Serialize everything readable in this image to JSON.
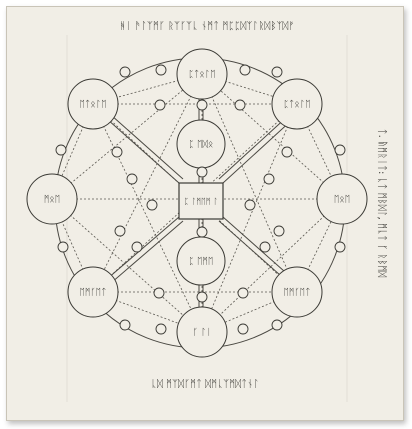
{
  "colors": {
    "page": "#f1eee6",
    "ink": "#3b3a35",
    "frame": "#c9c4b7"
  },
  "texts": {
    "top_caption": "ᚻᛁ ᚫᛚᛉᛗᚴ ᚱᛉᚴᛉᚳ ᚾᛗᛏ ᛗᛈᛈᛞᛉᛚᚱᛞᛒᛉᛞᚠ",
    "bottom_caption": "ᚳᛞ ᛗᛉᛞᚴᛗᛏ ᛞᛗᚳᛉᛗᛞᛏᚾᛚ",
    "right_caption_1": "ᛏ. ᚥᛗᚱᛁᛏ: ᚳᛏ ᛗᛒᛞᛚ, ᛗᚳᛏ ᚴ ᚱᛒᛗᛞ",
    "right_caption_2": "",
    "circle_top": "ᛈᛏᛟᛚᛖ",
    "circle_upper_left": "ᛖᛏᛟᛚᛖ",
    "circle_upper_right": "ᛈᛏᛟᛚᛖ",
    "circle_left": "ᛗᛟᛖ",
    "circle_right": "ᛖᛟᛖ",
    "circle_lower_left": "ᛖᛗᚴᛖᛏ",
    "circle_lower_right": "ᛖᛗᚴᛖᛏ",
    "circle_bottom": "ᚴ ᛚᛁ",
    "circle_inner_upper": "ᛈ ᛖᛞᛟ",
    "circle_inner_lower": "ᛈ ᛖᛗᛖ",
    "center_square": "ᛈ ᛚᛗᛖᛗ ᛚ"
  }
}
